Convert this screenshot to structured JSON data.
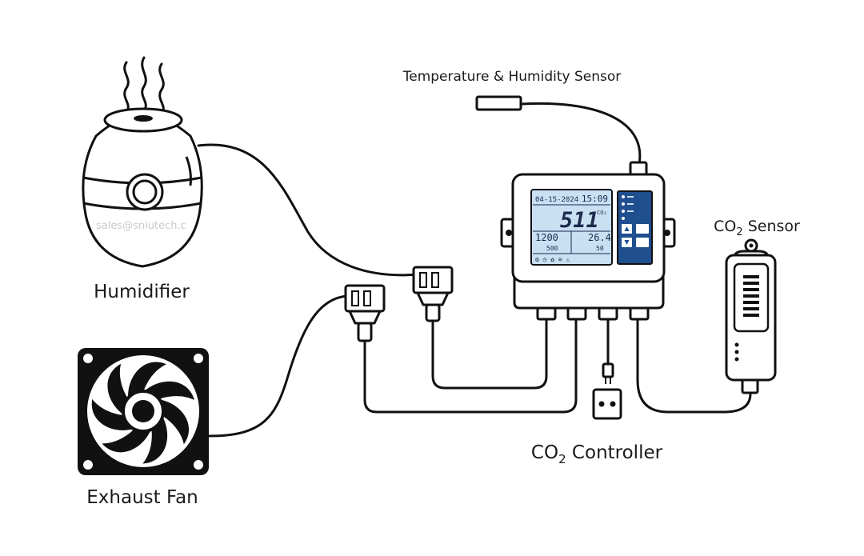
{
  "labels": {
    "humidifier": "Humidifier",
    "exhaust_fan": "Exhaust Fan",
    "temp_sensor": "Temperature & Humidity Sensor",
    "co2_sensor_prefix": "CO",
    "co2_sensor_sub": "2",
    "co2_sensor_suffix": " Sensor",
    "controller_prefix": "CO",
    "controller_sub": "2",
    "controller_suffix": " Controller"
  },
  "watermark": "sales@sniutech.c",
  "display": {
    "date": "04-15-2024",
    "time": "15:09",
    "co2_value": "511",
    "co2_unit": "CO₂",
    "left_value": "1200",
    "left_sub": "500",
    "right_value": "26.4",
    "right_sub": "50"
  },
  "colors": {
    "lcd": "#c9e0f3",
    "keypad": "#1f4f8f",
    "line": "#111111"
  }
}
